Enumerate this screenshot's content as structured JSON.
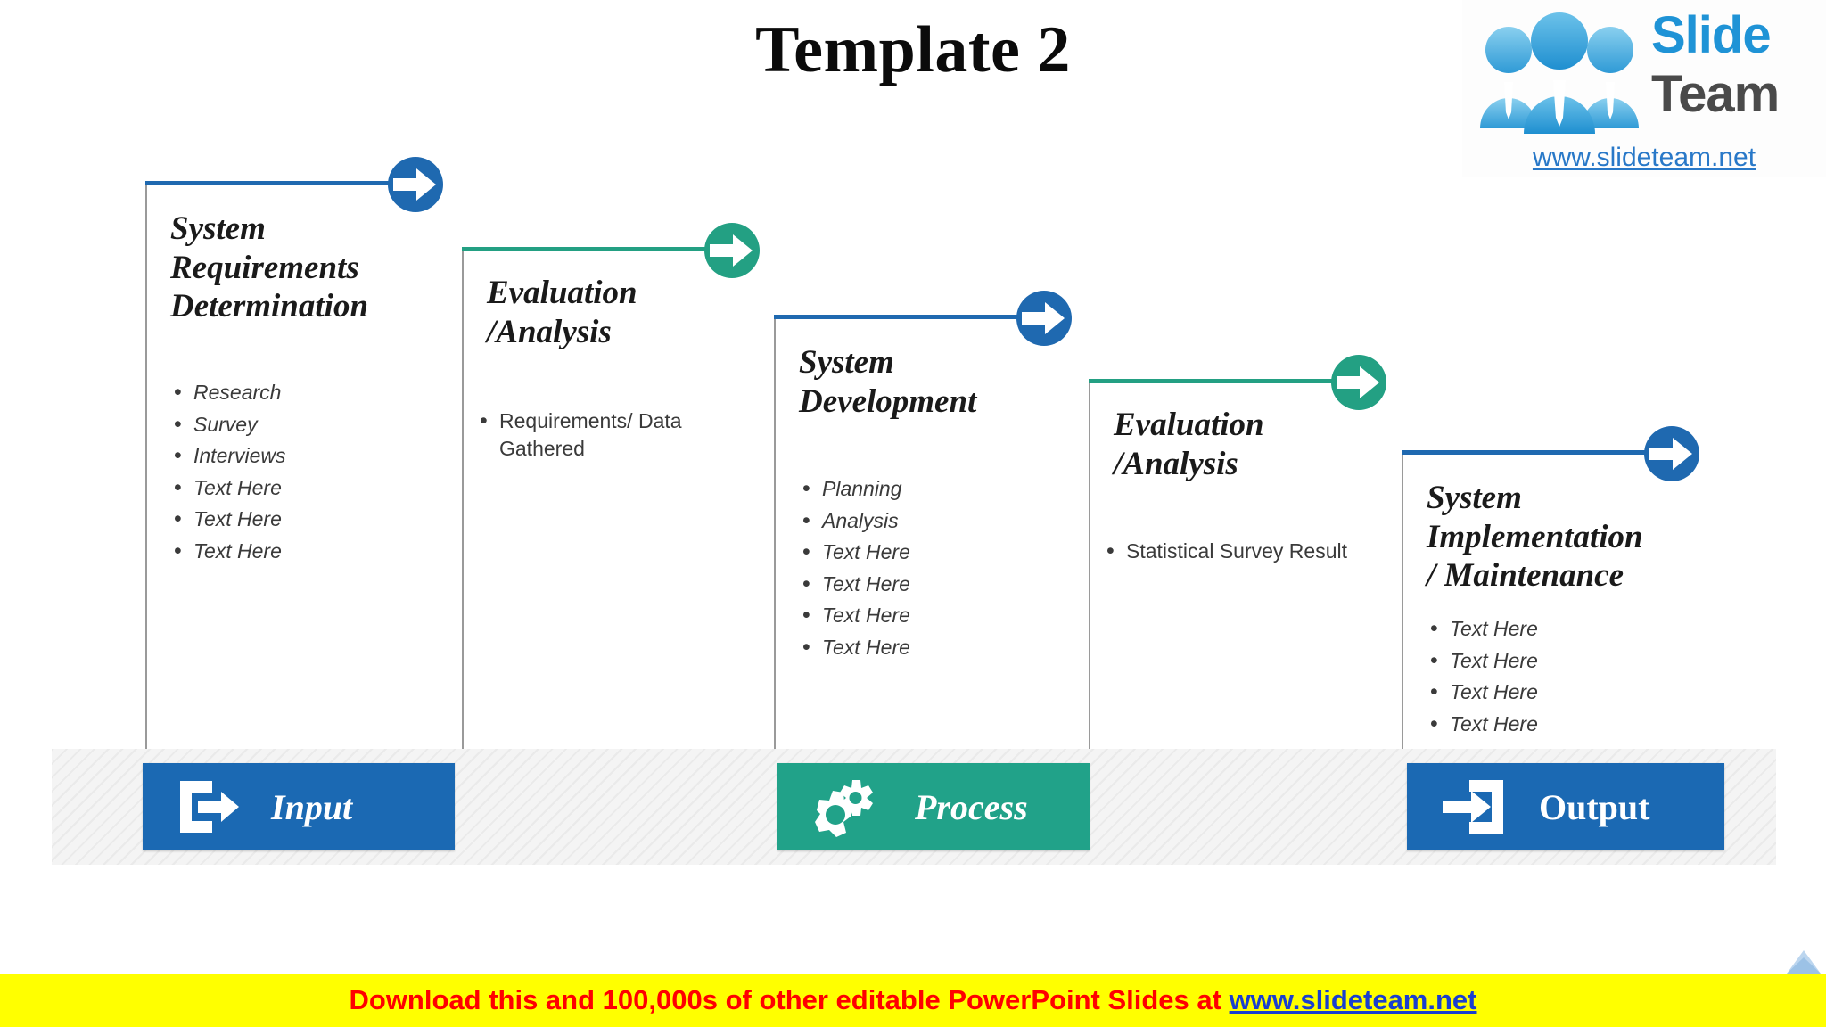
{
  "title": "Template 2",
  "logo": {
    "word1": "Slide",
    "word2": "Team",
    "url": "www.slideteam.net",
    "color_blue": "#1f93d6",
    "color_gray": "#4a4a4a"
  },
  "colors": {
    "blue": "#1f69b0",
    "blue_bar": "#1b69b3",
    "green": "#23a083",
    "green_bar": "#21a289",
    "line_gray": "#9a9a9a",
    "banner_bg": "#ffff00",
    "banner_text": "#ff0000",
    "banner_link": "#1a3fcf"
  },
  "steps": [
    {
      "title": "System\nRequirements\nDetermination",
      "accent": "#1f69b0",
      "arrow_icon": "arrow-right-circle-icon",
      "bullets": [
        "Research",
        "Survey",
        "Interviews",
        "Text Here",
        "Text Here",
        "Text Here"
      ],
      "bullet_style": "italic"
    },
    {
      "title": "Evaluation\n/Analysis",
      "accent": "#23a083",
      "arrow_icon": "arrow-right-circle-icon",
      "bullets": [
        "Requirements/ Data Gathered"
      ],
      "bullet_style": "plain"
    },
    {
      "title": "System\nDevelopment",
      "accent": "#1f69b0",
      "arrow_icon": "arrow-right-circle-icon",
      "bullets": [
        "Planning",
        "Analysis",
        "Text Here",
        "Text Here",
        "Text Here",
        "Text Here"
      ],
      "bullet_style": "italic"
    },
    {
      "title": "Evaluation\n/Analysis",
      "accent": "#23a083",
      "arrow_icon": "arrow-right-circle-icon",
      "bullets": [
        "Statistical Survey Result"
      ],
      "bullet_style": "plain"
    },
    {
      "title": "System\nImplementation\n/ Maintenance",
      "accent": "#1f69b0",
      "arrow_icon": "arrow-right-circle-icon",
      "bullets": [
        "Text Here",
        "Text Here",
        "Text Here",
        "Text Here"
      ],
      "bullet_style": "italic"
    }
  ],
  "categories": [
    {
      "label": "Input",
      "color": "#1b69b3",
      "icon": "export-arrow-out-icon",
      "italic": true
    },
    {
      "label": "Process",
      "color": "#21a289",
      "icon": "gears-icon",
      "italic": true
    },
    {
      "label": "Output",
      "color": "#1b69b3",
      "icon": "import-arrow-in-icon",
      "italic": false
    }
  ],
  "banner": {
    "text": "Download this and 100,000s of other editable PowerPoint Slides at ",
    "link": "www.slideteam.net"
  }
}
